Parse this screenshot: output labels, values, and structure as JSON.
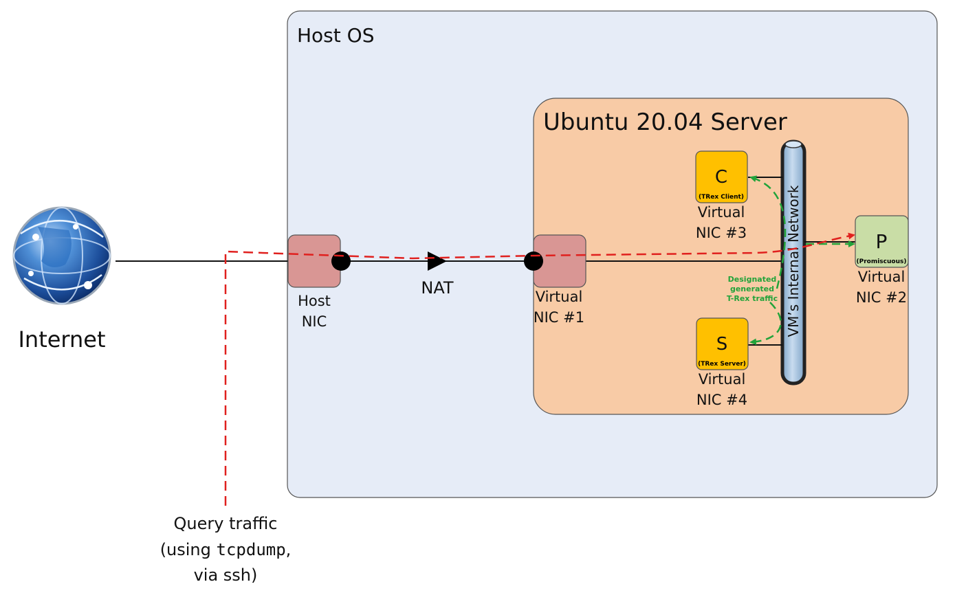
{
  "host_os": {
    "title": "Host OS"
  },
  "vm": {
    "title": "Ubuntu 20.04 Server"
  },
  "internet": {
    "label": "Internet"
  },
  "host_nic": {
    "line1": "Host",
    "line2": "NIC"
  },
  "nat": {
    "label": "NAT"
  },
  "vnic1": {
    "line1": "Virtual",
    "line2": "NIC #1"
  },
  "vnic2": {
    "letter": "P",
    "sub": "(Promiscuous)",
    "line1": "Virtual",
    "line2": "NIC #2"
  },
  "vnic3": {
    "letter": "C",
    "sub": "(TRex Client)",
    "line1": "Virtual",
    "line2": "NIC #3"
  },
  "vnic4": {
    "letter": "S",
    "sub": "(TRex Server)",
    "line1": "Virtual",
    "line2": "NIC #4"
  },
  "internal_network": {
    "label": "VM’s Internal Network"
  },
  "trex_note": {
    "line1": "Designated",
    "line2": "generated",
    "line3": "T-Rex traffic"
  },
  "query": {
    "line1": "Query traffic",
    "line2_prefix": "(using ",
    "line2_code": "tcpdump",
    "line2_suffix": ",",
    "line3": "via ssh)"
  },
  "colors": {
    "host_fill": "#e6ecf7",
    "vm_fill": "#f8cba6",
    "nic_fill": "#d99694",
    "trex_fill": "#ffc000",
    "promisc_fill": "#c9dda6",
    "bus_fill": "#a9c4dd",
    "red_path": "#e0201e",
    "green_path": "#22a33a"
  }
}
